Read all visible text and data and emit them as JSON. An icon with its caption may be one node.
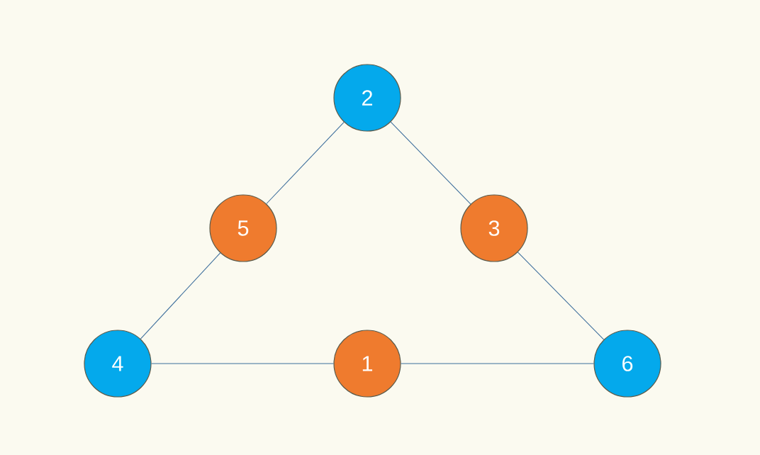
{
  "diagram": {
    "nodes": [
      {
        "text": [
          "2"
        ]
      },
      {
        "text": [
          "5"
        ]
      },
      {
        "text": [
          "3"
        ]
      },
      {
        "text": [
          "4"
        ]
      },
      {
        "text": [
          "1"
        ]
      },
      {
        "text": [
          "6"
        ]
      }
    ],
    "edges": [
      {
        "from": 0,
        "to": 1,
        "arrow": "none"
      },
      {
        "from": 0,
        "to": 2,
        "arrow": "none"
      },
      {
        "from": 1,
        "to": 3,
        "arrow": "none"
      },
      {
        "from": 2,
        "to": 5,
        "arrow": "none"
      },
      {
        "from": 3,
        "to": 4,
        "arrow": "none"
      },
      {
        "from": 4,
        "to": 5,
        "arrow": "none"
      }
    ]
  }
}
